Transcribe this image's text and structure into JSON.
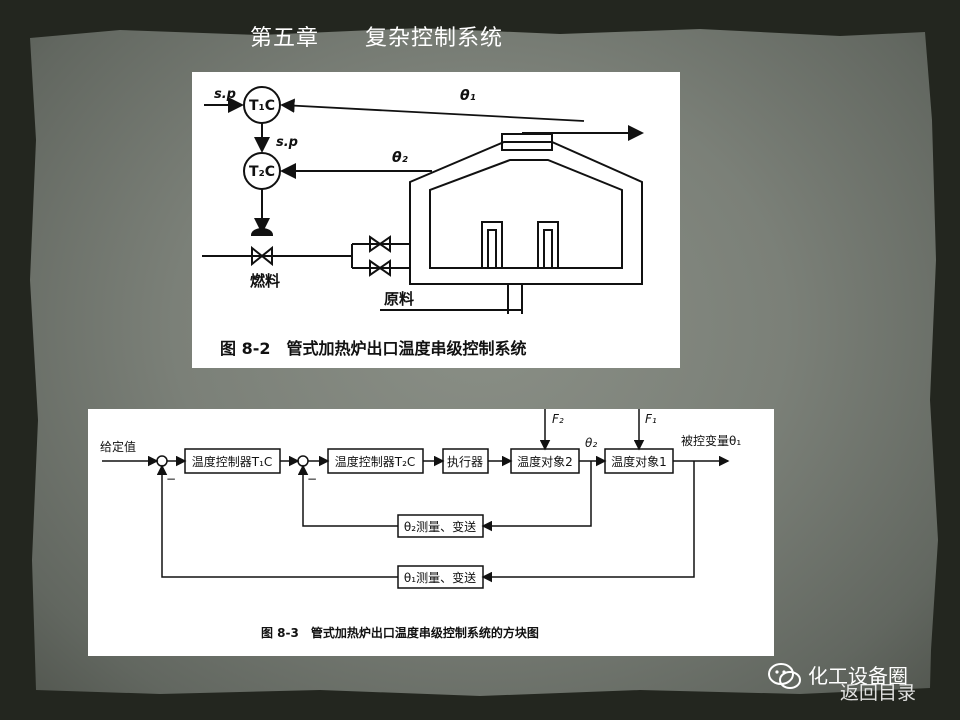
{
  "slide": {
    "title": "第五章　　复杂控制系统",
    "back_label": "返回目录",
    "watermark": "化工设备圈"
  },
  "fig82": {
    "caption": "图 8-2　管式加热炉出口温度串级控制系统",
    "sp1": "s.p",
    "sp2": "s.p",
    "ctrl1": "T₁C",
    "ctrl2": "T₂C",
    "theta1": "θ₁",
    "theta2": "θ₂",
    "fuel": "燃料",
    "feed": "原料"
  },
  "fig83": {
    "caption": "图 8-3　管式加热炉出口温度串级控制系统的方块图",
    "setpoint": "给定值",
    "ctrl1": "温度控制器T₁C",
    "ctrl2": "温度控制器T₂C",
    "actuator": "执行器",
    "object2": "温度对象2",
    "object1": "温度对象1",
    "output": "被控变量θ₁",
    "theta2": "θ₂",
    "f2": "F₂",
    "f1": "F₁",
    "minus1": "−",
    "minus2": "−",
    "meas2": "θ₂测量、变送",
    "meas1": "θ₁测量、变送"
  },
  "colors": {
    "background": "#7b8078",
    "panel": "#ffffff",
    "ink": "#111111",
    "title": "#ffffff"
  }
}
